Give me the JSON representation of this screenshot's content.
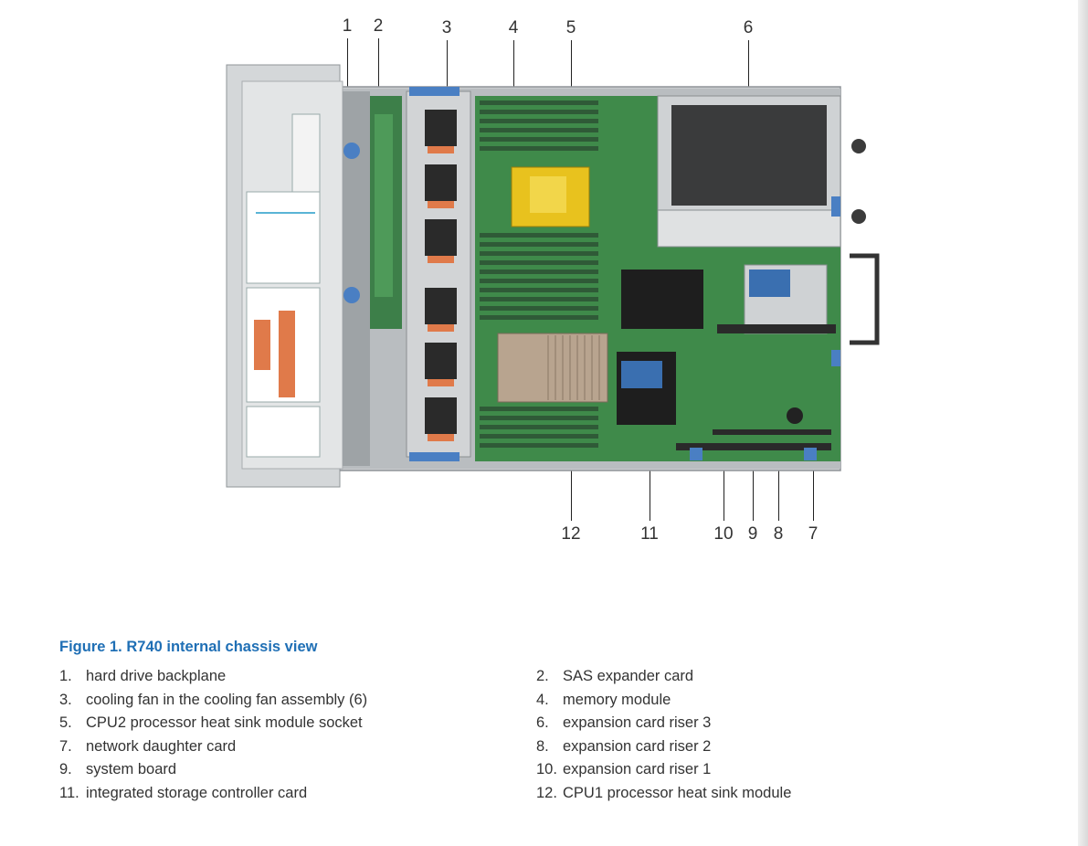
{
  "figure": {
    "caption": "Figure 1. R740 internal chassis view",
    "callouts": [
      "1",
      "2",
      "3",
      "4",
      "5",
      "6",
      "7",
      "8",
      "9",
      "10",
      "11",
      "12"
    ]
  },
  "legend": [
    {
      "num": "1.",
      "label": "hard drive backplane"
    },
    {
      "num": "2.",
      "label": "SAS expander card"
    },
    {
      "num": "3.",
      "label": "cooling fan in the cooling fan assembly (6)"
    },
    {
      "num": "4.",
      "label": "memory module"
    },
    {
      "num": "5.",
      "label": "CPU2 processor heat sink module socket"
    },
    {
      "num": "6.",
      "label": "expansion card riser 3"
    },
    {
      "num": "7.",
      "label": "network daughter card"
    },
    {
      "num": "8.",
      "label": "expansion card riser 2"
    },
    {
      "num": "9.",
      "label": "system board"
    },
    {
      "num": "10.",
      "label": "expansion card riser 1"
    },
    {
      "num": "11.",
      "label": "integrated storage controller card"
    },
    {
      "num": "12.",
      "label": "CPU1 processor heat sink module"
    }
  ],
  "colors": {
    "caption": "#1f6fb5",
    "chassis": "#c9ccce",
    "board_green": "#3f8a4a",
    "dimm": "#2f5a37",
    "fan": "#2a2a2a",
    "heatsink": "#b8a48f",
    "cpu_socket_yellow": "#e8c21e",
    "blue_latch": "#4a7fc3"
  }
}
